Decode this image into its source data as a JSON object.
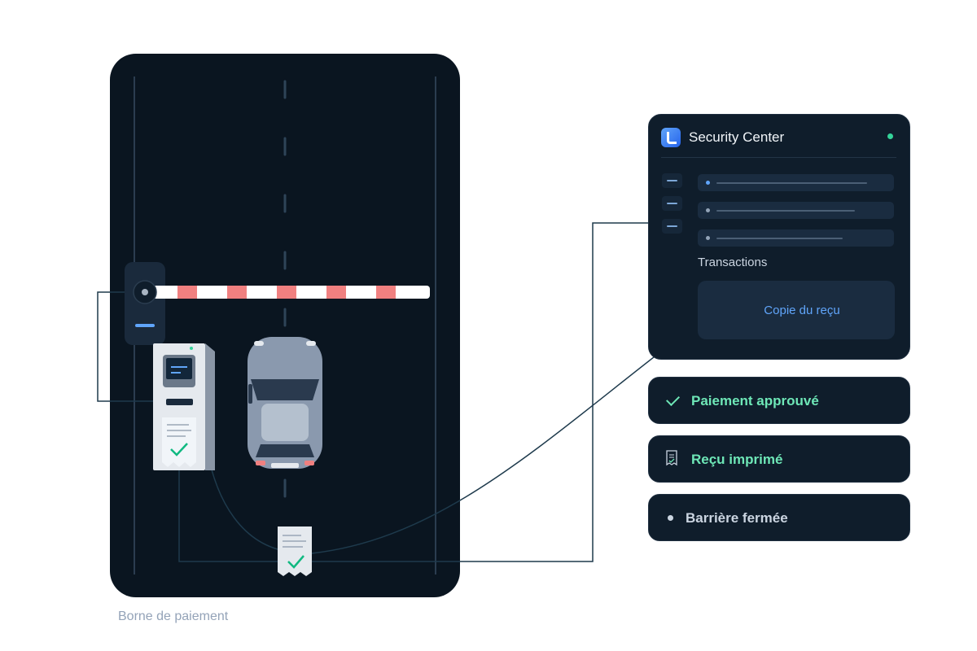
{
  "caption": "Borne de paiement",
  "security_center": {
    "title": "Security Center",
    "section_title": "Transactions",
    "receipt_label": "Copie du reçu"
  },
  "statuses": [
    {
      "label": "Paiement approuvé",
      "icon": "check-icon",
      "color": "#6ee7b7"
    },
    {
      "label": "Reçu imprimé",
      "icon": "receipt-icon",
      "color": "#6ee7b7"
    },
    {
      "label": "Barrière fermée",
      "icon": "bullet-icon",
      "color": "#cbd5e1"
    }
  ],
  "colors": {
    "road": "#0a1520",
    "card": "#0f1d2b",
    "accent_blue": "#60a5fa",
    "accent_green": "#34d399",
    "barrier_stripe": "#f08080",
    "connector": "#1e3a4c"
  }
}
